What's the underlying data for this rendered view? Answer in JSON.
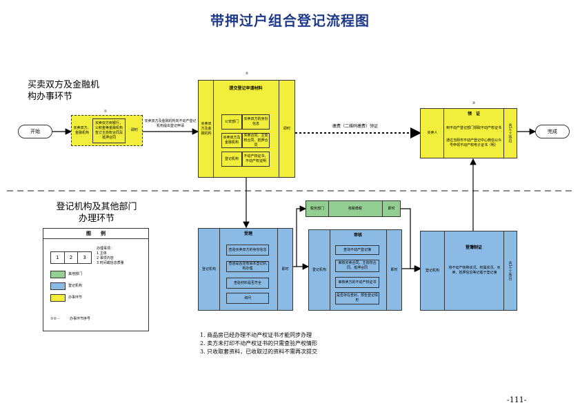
{
  "page": {
    "title": "带押过户组合登记流程图",
    "page_number": "-111-"
  },
  "sections": {
    "top_label": "买卖双方及金融机构办事环节",
    "bottom_label": "登记机构及其他部门办理环节"
  },
  "terminals": {
    "start": "开始",
    "end": "完成"
  },
  "step1": {
    "num": "①",
    "subject": "买卖双方、金融机构",
    "content": "买卖双方到银行，公积金等金融机构签订主债权合同及抵押合同",
    "time": "即时"
  },
  "arrow1_label": "买卖双方及金融机构向不动产登记机构提出登记申请",
  "step2": {
    "num": "②",
    "subject": "买卖双方及金融机构",
    "header": "提交登记申请材料",
    "rows": [
      {
        "dept": "公安部门",
        "item": "买卖双方的身份信息"
      },
      {
        "dept": "买卖双方及金融机构",
        "item": "买卖合同、主债权合同、抵押合同"
      },
      {
        "dept": "登记机构",
        "item": "不动产权证书、不动产权证明"
      }
    ],
    "time": "即时"
  },
  "arrow2_label": "缴费（二维码缴费）领证",
  "step3": {
    "num": "③",
    "subject": "买卖人",
    "header": "领　证",
    "content1": "到不动产登记部门领取不动产权证书",
    "content2": "通过当阳市不动产登记中心微信公众号申领不动产权电子证书（明）",
    "time": "共1个工作日"
  },
  "tax": {
    "dept": "税务部门",
    "content": "核税缴税",
    "time": "即时"
  },
  "accept": {
    "subject": "登记机构",
    "header": "受理",
    "items": [
      "查验买卖双方的身份信息",
      "查验是否应有由本登记机构办理",
      "查验材料是否齐全",
      "询问"
    ],
    "time": "即时"
  },
  "review": {
    "subject": "登记机构",
    "header": "审核",
    "items": [
      "查询不动产登记簿",
      "审核买卖合同、主债权合同、抵押合同",
      "审核卖方的不动产权证书",
      "是否存在查封、预告登记情形"
    ],
    "time": "即时"
  },
  "register": {
    "subject": "登记机构",
    "header": "登簿制证",
    "content": "将不动产转移状况、权属状况、买卖、抵押信息等记载于登记簿",
    "time": "共1个工作日"
  },
  "legend": {
    "title": "图　　例",
    "cells": [
      "1",
      "2",
      "3"
    ],
    "matters_title": "办理事项：",
    "matters": [
      "1 主体",
      "2 事项内容",
      "3 时间或信息质量"
    ],
    "items": [
      {
        "label": "其他部门",
        "color": "#93cf93"
      },
      {
        "label": "登记机构",
        "color": "#8bbbe4"
      },
      {
        "label": "办事环节",
        "color": "#f2ee3c"
      }
    ],
    "seq_symbol": "①②···",
    "seq_label": "办事环节序号"
  },
  "notes": [
    "1. 商品房已经办理不动产权证书才能同步办理",
    "2. 卖方未打印不动产权证书的只需查验产权情形",
    "3. 只收取套资料，已收取过的资料不需再次提交"
  ]
}
